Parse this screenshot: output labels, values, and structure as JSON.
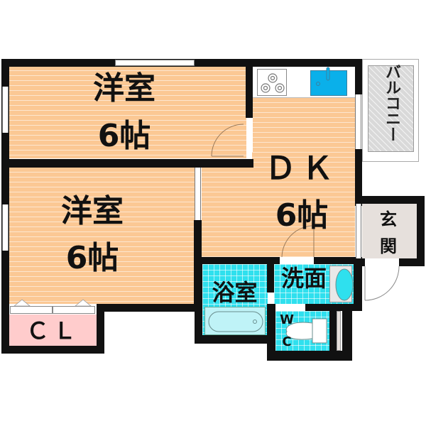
{
  "floorplan": {
    "rooms": [
      {
        "id": "western-room-1",
        "name": "洋室",
        "size": "6帖"
      },
      {
        "id": "western-room-2",
        "name": "洋室",
        "size": "6帖"
      },
      {
        "id": "dining-kitchen",
        "name": "ＤＫ",
        "size": "6帖"
      },
      {
        "id": "bathroom",
        "name": "浴室"
      },
      {
        "id": "washroom",
        "name": "洗面"
      },
      {
        "id": "toilet",
        "name_line1": "W",
        "name_line2": "C"
      },
      {
        "id": "entrance",
        "name_line1": "玄",
        "name_line2": "関"
      },
      {
        "id": "closet",
        "name": "ＣＬ"
      },
      {
        "id": "balcony",
        "name": "バルコニー"
      }
    ],
    "colors": {
      "wall": "#111111",
      "wood_floor": "#fbc894",
      "tile_floor": "#2fe0ee",
      "sink": "#0ab0ea",
      "closet": "#ffcccc",
      "entrance": "#e6e0dc",
      "balcony": "#d9d9d9"
    }
  }
}
